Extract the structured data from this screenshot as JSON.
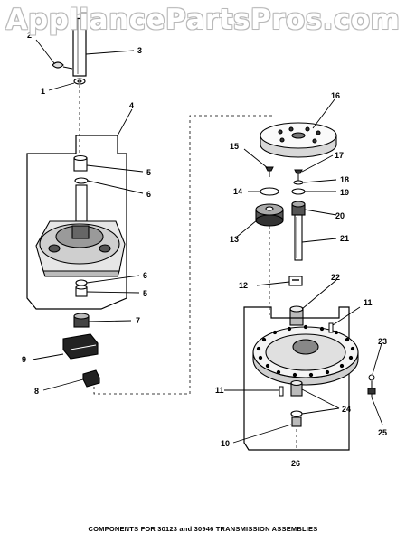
{
  "watermark": "AppliancePartsPros.com",
  "caption": "COMPONENTS FOR 30123 and 30946 TRANSMISSION ASSEMBLIES",
  "callouts": {
    "c1": "1",
    "c2": "2",
    "c3": "3",
    "c4": "4",
    "c5a": "5",
    "c5b": "5",
    "c6a": "6",
    "c6b": "6",
    "c7": "7",
    "c8": "8",
    "c9": "9",
    "c10": "10",
    "c11a": "11",
    "c11b": "11",
    "c12": "12",
    "c13": "13",
    "c14": "14",
    "c15": "15",
    "c16": "16",
    "c17": "17",
    "c18": "18",
    "c19": "19",
    "c20": "20",
    "c21": "21",
    "c22": "22",
    "c23": "23",
    "c24": "24",
    "c25": "25",
    "c26": "26"
  }
}
